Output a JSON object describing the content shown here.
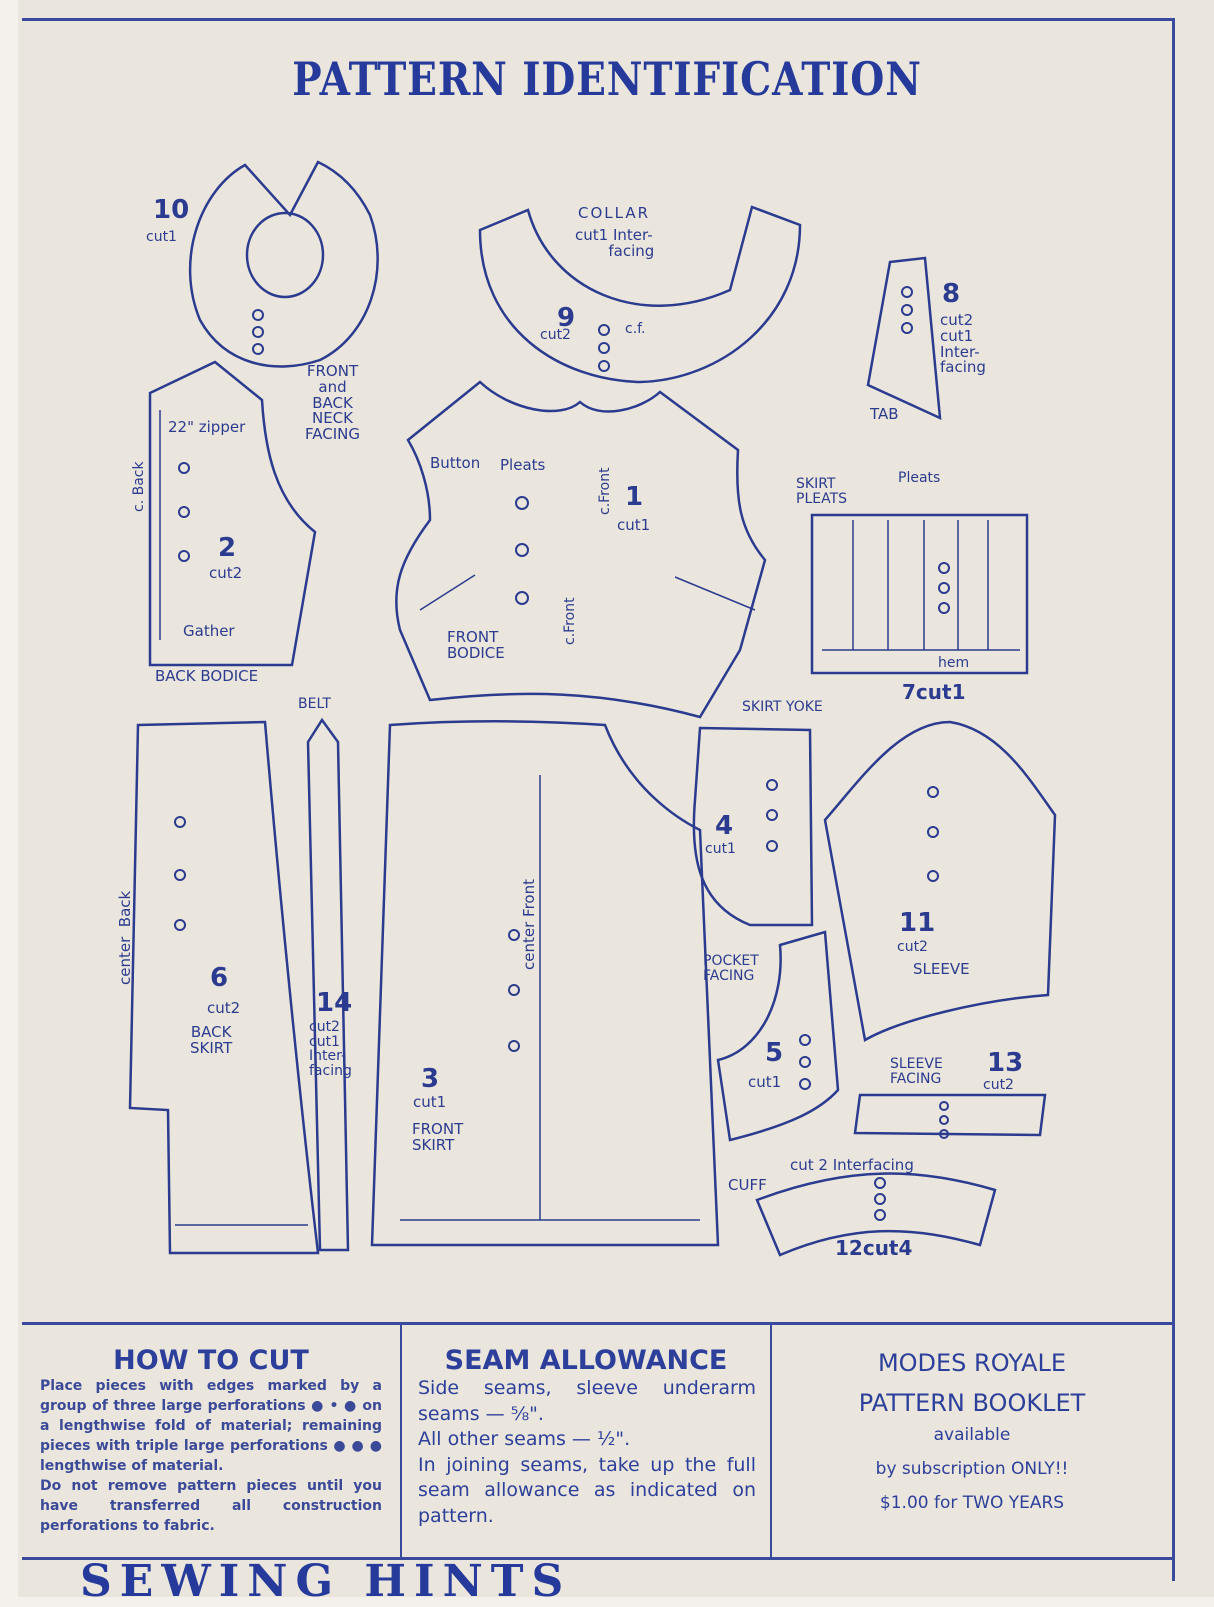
{
  "title": "PATTERN IDENTIFICATION",
  "pieces": {
    "p10": {
      "num": "10",
      "cut": "cut1",
      "name": "FRONT\nand\nBACK\nNECK\nFACING"
    },
    "p9": {
      "label": "COLLAR",
      "cut_top": "cut1 Inter-\n       facing",
      "num": "9",
      "cut": "cut2",
      "cf": "c.f."
    },
    "p8": {
      "num": "8",
      "cut": "cut2\ncut1\nInter-\nfacing",
      "name": "TAB"
    },
    "p2": {
      "zipper": "22\" zipper",
      "cback": "c. Back",
      "num": "2",
      "cut": "cut2",
      "gather": "Gather",
      "name": "BACK BODICE"
    },
    "p1": {
      "button": "Button",
      "pleats": "Pleats",
      "cfront": "c.Front",
      "num": "1",
      "cut": "cut1",
      "cfront2": "c.Front",
      "name": "FRONT\nBODICE"
    },
    "p7": {
      "name": "SKIRT\nPLEATS",
      "pleats": "Pleats",
      "hem": "hem",
      "numcut": "7cut1"
    },
    "belt": {
      "name": "BELT"
    },
    "p4": {
      "name": "SKIRT YOKE",
      "num": "4",
      "cut": "cut1"
    },
    "p6": {
      "cback": "center  Back",
      "num": "6",
      "cut": "cut2",
      "name": "BACK\nSKIRT"
    },
    "p14": {
      "num": "14",
      "cut": "cut2\ncut1\nInter-\nfacing"
    },
    "p3": {
      "cfront": "center Front",
      "num": "3",
      "cut": "cut1",
      "name": "FRONT\nSKIRT"
    },
    "p11": {
      "num": "11",
      "cut": "cut2",
      "name": "SLEEVE"
    },
    "p5": {
      "name": "POCKET\nFACING",
      "num": "5",
      "cut": "cut1"
    },
    "p13": {
      "name": "SLEEVE\nFACING",
      "num": "13",
      "cut": "cut2"
    },
    "p12": {
      "name": "CUFF",
      "cut_top": "cut 2 Interfacing",
      "numcut": "12cut4"
    }
  },
  "how_to_cut": {
    "heading": "HOW TO CUT",
    "text": "Place pieces with edges marked by a group of three large perforations ● • ● on a lengthwise fold of material; remaining pieces with triple large perforations ● ● ● lengthwise of material.",
    "text2": "Do not remove pattern pieces until you have transferred all construction perforations to fabric."
  },
  "seam_allowance": {
    "heading": "SEAM ALLOWANCE",
    "line1": "Side seams, sleeve underarm seams — ⅝\".",
    "line2": "All other seams — ½\".",
    "line3": "In joining seams, take up the full seam allowance as indicated on pattern."
  },
  "modes_royale": {
    "line1": "MODES ROYALE",
    "line2": "PATTERN BOOKLET",
    "line3": "available",
    "line4": "by subscription ONLY!!",
    "line5": "$1.00 for TWO YEARS"
  },
  "footer_heading": "SEWING HINTS",
  "colors": {
    "ink": "#2b3b8f",
    "paper": "#ebe6dd"
  }
}
